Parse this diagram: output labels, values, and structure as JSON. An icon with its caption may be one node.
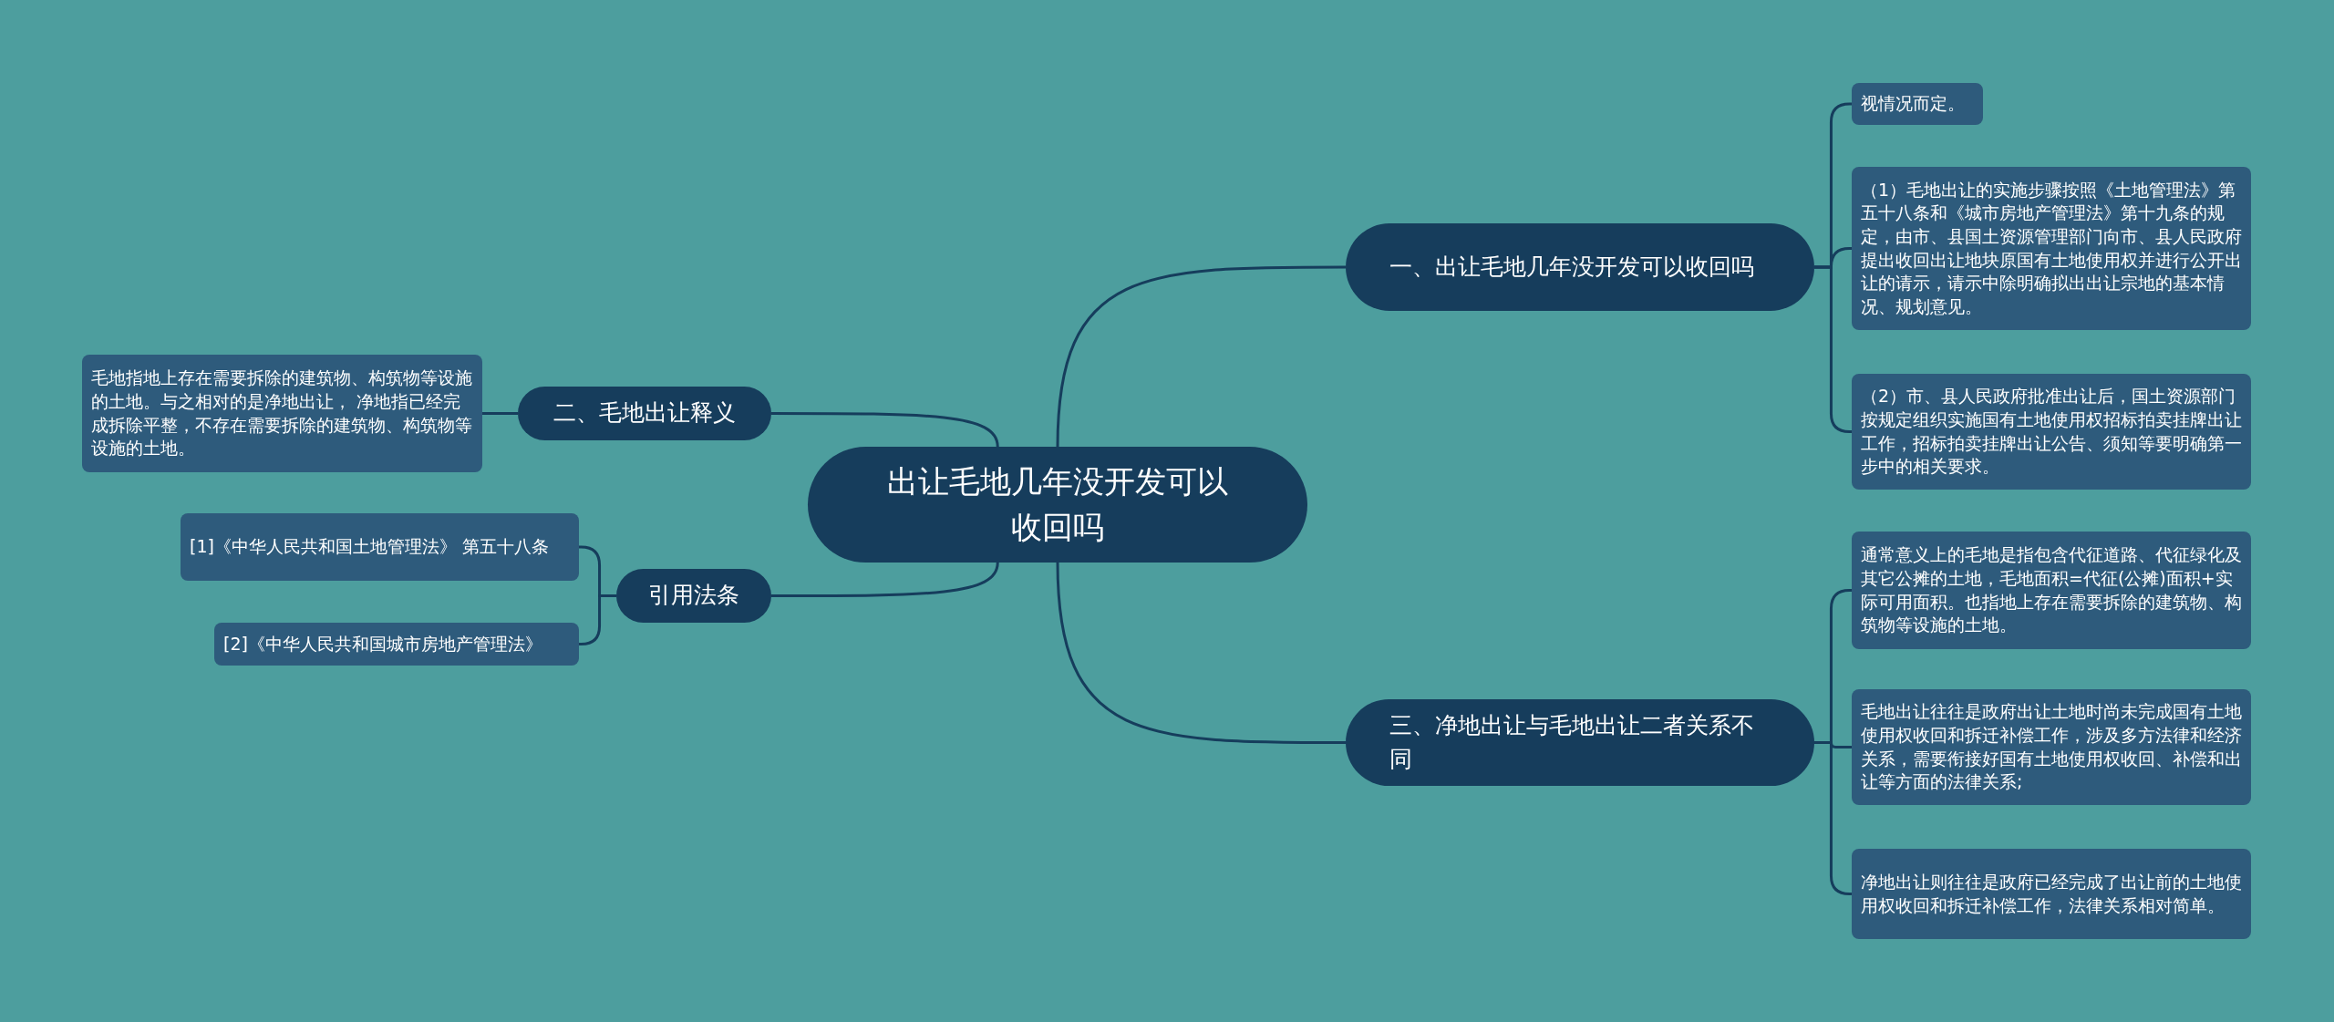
{
  "diagram": {
    "nodes": [
      {
        "text": [
          "出让毛地几年没开发可以收回吗"
        ]
      },
      {
        "text": [
          "一、出让毛地几年没开发可以收回吗"
        ]
      },
      {
        "text": [
          "视情况而定。"
        ]
      },
      {
        "text": [
          "（1）毛地出让的实施步骤按照《土地管理法》第五十八条和《城市房地产管理法》第十九条的规定，由市、县国土资源管理部门向市、县人民政府提出收回出让地块原国有土地使用权并进行公开出让的请示，请示中除明确拟出出让宗地的基本情况、规划意见。"
        ]
      },
      {
        "text": [
          "（2）市、县人民政府批准出让后，国土资源部门按规定组织实施国有土地使用权招标拍卖挂牌出让工作，招标拍卖挂牌出让公告、须知等要明确第一步中的相关要求。"
        ]
      },
      {
        "text": [
          "二、毛地出让释义"
        ]
      },
      {
        "text": [
          "毛地指地上存在需要拆除的建筑物、构筑物等设施的土地。与之相对的是净地出让， 净地指已经完成拆除平整，不存在需要拆除的建筑物、构筑物等设施的土地。"
        ]
      },
      {
        "text": [
          "引用法条"
        ]
      },
      {
        "text": [
          "[1]《中华人民共和国土地管理法》 第五十八条"
        ]
      },
      {
        "text": [
          "[2]《中华人民共和国城市房地产管理法》"
        ]
      },
      {
        "text": [
          "三、净地出让与毛地出让二者关系不同"
        ]
      },
      {
        "text": [
          "通常意义上的毛地是指包含代征道路、代征绿化及其它公摊的土地，毛地面积=代征(公摊)面积+实际可用面积。也指地上存在需要拆除的建筑物、构筑物等设施的土地。"
        ]
      },
      {
        "text": [
          "毛地出让往往是政府出让土地时尚未完成国有土地使用权收回和拆迁补偿工作，涉及多方法律和经济关系，需要衔接好国有土地使用权收回、补偿和出让等方面的法律关系;"
        ]
      },
      {
        "text": [
          "净地出让则往往是政府已经完成了出让前的土地使用权收回和拆迁补偿工作，法律关系相对简单。"
        ]
      }
    ],
    "edges": [
      {
        "from": 0,
        "to": 1,
        "arrow": "none"
      },
      {
        "from": 1,
        "to": 2,
        "arrow": "none"
      },
      {
        "from": 1,
        "to": 3,
        "arrow": "none"
      },
      {
        "from": 1,
        "to": 4,
        "arrow": "none"
      },
      {
        "from": 0,
        "to": 5,
        "arrow": "none"
      },
      {
        "from": 5,
        "to": 6,
        "arrow": "none"
      },
      {
        "from": 0,
        "to": 7,
        "arrow": "none"
      },
      {
        "from": 7,
        "to": 8,
        "arrow": "none"
      },
      {
        "from": 7,
        "to": 9,
        "arrow": "none"
      },
      {
        "from": 0,
        "to": 10,
        "arrow": "none"
      },
      {
        "from": 10,
        "to": 11,
        "arrow": "none"
      },
      {
        "from": 10,
        "to": 12,
        "arrow": "none"
      },
      {
        "from": 10,
        "to": 13,
        "arrow": "none"
      }
    ]
  }
}
